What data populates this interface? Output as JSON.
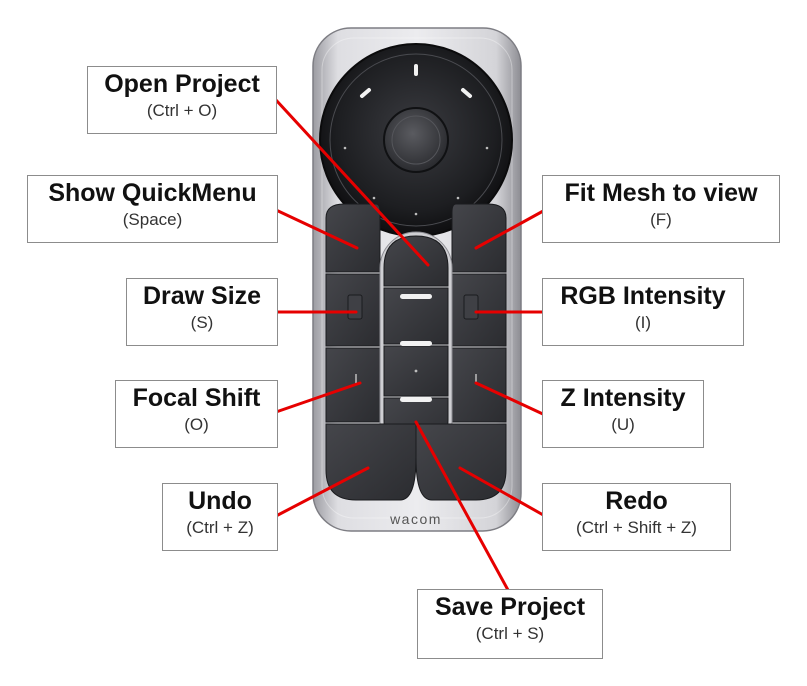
{
  "device": {
    "brand_logo": "wacom",
    "colors": {
      "shell_light": "#e2e2e6",
      "shell_dark": "#9c9ca2",
      "key_dark": "#2e2f33",
      "key_mid": "#3d3e43",
      "ring": "#202124",
      "accent_white": "#f2f2f2",
      "leader_line": "#e60000"
    }
  },
  "callouts": {
    "open_project": {
      "name": "Open Project",
      "key": "(Ctrl + O)"
    },
    "show_quickmenu": {
      "name": "Show QuickMenu",
      "key": "(Space)"
    },
    "draw_size": {
      "name": "Draw Size",
      "key": "(S)"
    },
    "focal_shift": {
      "name": "Focal Shift",
      "key": "(O)"
    },
    "undo": {
      "name": "Undo",
      "key": "(Ctrl + Z)"
    },
    "fit_mesh": {
      "name": "Fit Mesh to view",
      "key": "(F)"
    },
    "rgb_intensity": {
      "name": "RGB Intensity",
      "key": "(I)"
    },
    "z_intensity": {
      "name": "Z Intensity",
      "key": "(U)"
    },
    "redo": {
      "name": "Redo",
      "key": "(Ctrl + Shift + Z)"
    },
    "save_project": {
      "name": "Save Project",
      "key": "(Ctrl + S)"
    }
  }
}
